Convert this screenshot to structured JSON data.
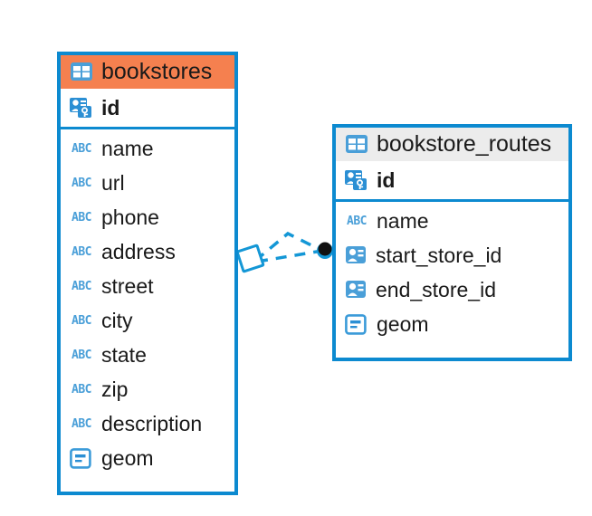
{
  "diagram": {
    "type": "entity-relationship-diagram",
    "accent_color": "#0c8ad0",
    "highlight_color": "#f5804f",
    "entities": [
      {
        "name": "bookstores",
        "header_style": "highlighted",
        "header_icon": "table-icon",
        "fields": [
          {
            "name": "id",
            "icon": "primary-key-icon",
            "key": true
          },
          {
            "name": "name",
            "icon": "text-abc-icon",
            "key": false
          },
          {
            "name": "url",
            "icon": "text-abc-icon",
            "key": false
          },
          {
            "name": "phone",
            "icon": "text-abc-icon",
            "key": false
          },
          {
            "name": "address",
            "icon": "text-abc-icon",
            "key": false
          },
          {
            "name": "street",
            "icon": "text-abc-icon",
            "key": false
          },
          {
            "name": "city",
            "icon": "text-abc-icon",
            "key": false
          },
          {
            "name": "state",
            "icon": "text-abc-icon",
            "key": false
          },
          {
            "name": "zip",
            "icon": "text-abc-icon",
            "key": false
          },
          {
            "name": "description",
            "icon": "text-abc-icon",
            "key": false
          },
          {
            "name": "geom",
            "icon": "geometry-icon",
            "key": false
          }
        ]
      },
      {
        "name": "bookstore_routes",
        "header_style": "default",
        "header_icon": "table-icon",
        "fields": [
          {
            "name": "id",
            "icon": "primary-key-icon",
            "key": true
          },
          {
            "name": "name",
            "icon": "text-abc-icon",
            "key": false
          },
          {
            "name": "start_store_id",
            "icon": "foreign-key-icon",
            "key": false
          },
          {
            "name": "end_store_id",
            "icon": "foreign-key-icon",
            "key": false
          },
          {
            "name": "geom",
            "icon": "geometry-icon",
            "key": false
          }
        ]
      }
    ],
    "relationship": {
      "from_entity": "bookstores",
      "to_entity": "bookstore_routes",
      "line_style": "dashed",
      "source_marker": "diamond-marker",
      "target_marker": "filled-circle-marker"
    }
  }
}
